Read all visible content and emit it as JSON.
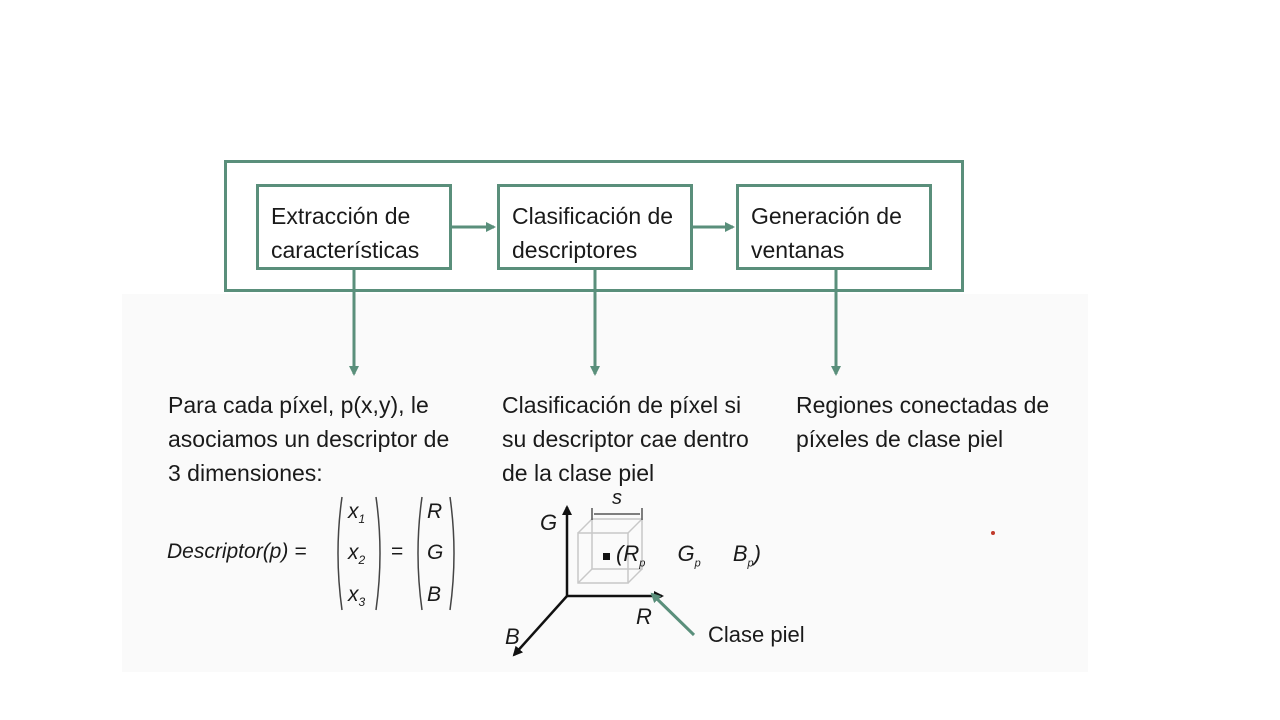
{
  "stages": [
    {
      "line1": "Extracción de",
      "line2": "características"
    },
    {
      "line1": "Clasificación de",
      "line2": "descriptores"
    },
    {
      "line1": "Generación de",
      "line2": "ventanas"
    }
  ],
  "descriptions": [
    {
      "lines": [
        "Para cada píxel, p(x,y), le",
        "asociamos un descriptor de",
        "3 dimensiones:"
      ]
    },
    {
      "lines": [
        "Clasificación de píxel si",
        "su descriptor cae dentro",
        "de la clase piel"
      ]
    },
    {
      "lines": [
        "Regiones conectadas de",
        "píxeles de clase piel"
      ]
    }
  ],
  "formula": {
    "lhs": "Descriptor(p) =",
    "vector1": [
      "x",
      "x",
      "x"
    ],
    "vector1_sub": [
      "1",
      "2",
      "3"
    ],
    "eq": "=",
    "vector2": [
      "R",
      "G",
      "B"
    ]
  },
  "cube_diagram": {
    "axis_g": "G",
    "axis_r": "R",
    "axis_b": "B",
    "side": "s",
    "point": "(R",
    "point_sub": "p",
    "g": "G",
    "g_sub": "p",
    "b": "B",
    "b_sub": "p",
    "close": ")",
    "clase_piel": "Clase piel"
  },
  "colors": {
    "accent": "#5a8f7b",
    "text": "#1a1a1a"
  }
}
